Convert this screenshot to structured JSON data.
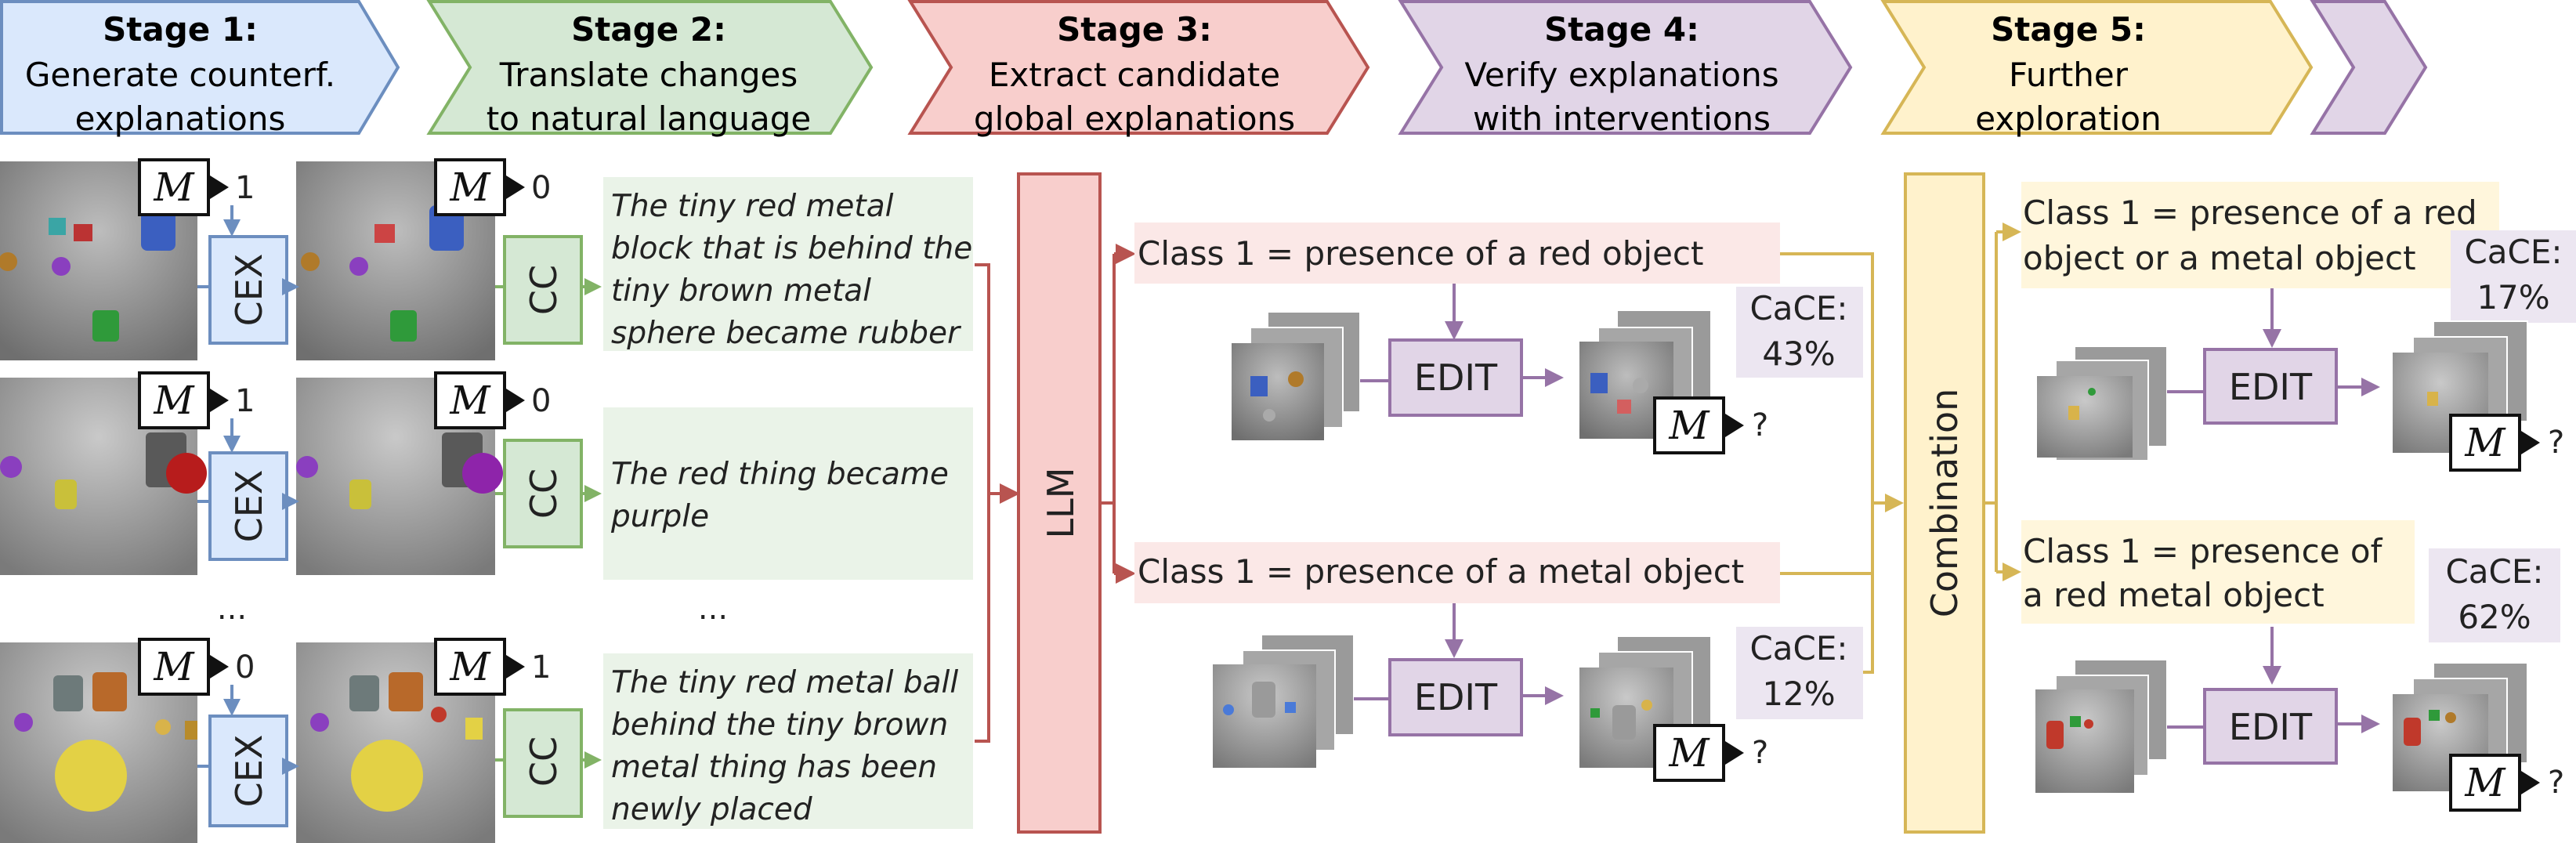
{
  "stages": [
    {
      "title": "Stage 1:",
      "line1": "Generate counterf.",
      "line2": "explanations"
    },
    {
      "title": "Stage 2:",
      "line1": "Translate changes",
      "line2": "to natural language"
    },
    {
      "title": "Stage 3:",
      "line1": "Extract candidate",
      "line2": "global explanations"
    },
    {
      "title": "Stage 4:",
      "line1": "Verify explanations",
      "line2": "with interventions"
    },
    {
      "title": "Stage 5:",
      "line1": "Further",
      "line2": "exploration"
    }
  ],
  "model_symbol": "M",
  "rows": [
    {
      "output_in": "1",
      "output_out": "0",
      "cex": "CEX",
      "cc": "CC",
      "caption": [
        "The tiny red metal",
        "block that is behind the",
        "tiny brown metal",
        "sphere became rubber"
      ]
    },
    {
      "output_in": "1",
      "output_out": "0",
      "cex": "CEX",
      "cc": "CC",
      "caption": [
        "The red thing became",
        "purple"
      ]
    },
    {
      "output_in": "0",
      "output_out": "1",
      "cex": "CEX",
      "cc": "CC",
      "caption": [
        "The tiny red metal ball",
        "behind the tiny brown",
        "metal thing has been",
        "newly placed"
      ]
    }
  ],
  "ellipsis": "...",
  "llm": "LLM",
  "stage4": [
    {
      "explanation": "Class 1 = presence of a red object",
      "edit": "EDIT",
      "cace_label": "CaCE:",
      "cace_value": "43%",
      "query": "?"
    },
    {
      "explanation": "Class 1 = presence of a metal object",
      "edit": "EDIT",
      "cace_label": "CaCE:",
      "cace_value": "12%",
      "query": "?"
    }
  ],
  "combination": "Combination",
  "stage5": [
    {
      "explanation": [
        "Class 1 = presence of a red",
        "object or a metal object"
      ],
      "edit": "EDIT",
      "cace_label": "CaCE:",
      "cace_value": "17%",
      "query": "?"
    },
    {
      "explanation": [
        "Class 1 = presence of",
        "a red metal object"
      ],
      "edit": "EDIT",
      "cace_label": "CaCE:",
      "cace_value": "62%",
      "query": "?"
    }
  ],
  "colors": {
    "blue_fill": "#dae8fc",
    "blue_stroke": "#6c8ebf",
    "green_fill": "#d5e8d4",
    "green_stroke": "#82b366",
    "red_fill": "#f8cecc",
    "red_stroke": "#b85450",
    "purple_fill": "#e1d5e7",
    "purple_stroke": "#9673a6",
    "yellow_fill": "#fff2cc",
    "yellow_stroke": "#d6b656"
  }
}
